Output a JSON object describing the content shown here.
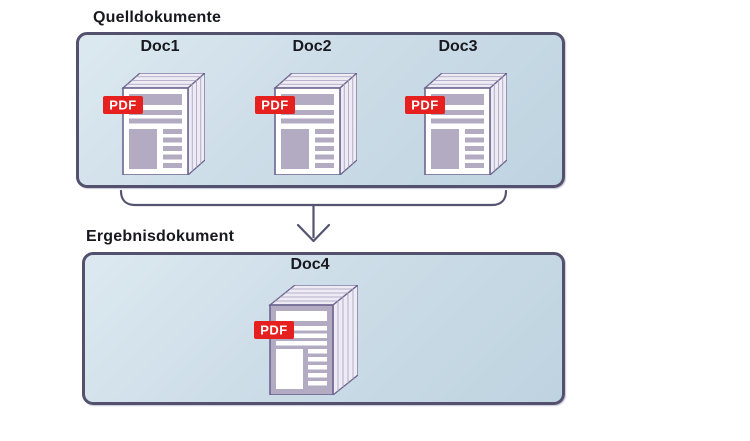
{
  "sections": {
    "source": {
      "label": "Quelldokumente",
      "documents": [
        {
          "label": "Doc1",
          "badge": "PDF"
        },
        {
          "label": "Doc2",
          "badge": "PDF"
        },
        {
          "label": "Doc3",
          "badge": "PDF"
        }
      ]
    },
    "result": {
      "label": "Ergebnisdokument",
      "documents": [
        {
          "label": "Doc4",
          "badge": "PDF"
        }
      ]
    }
  },
  "icons": {
    "document": "pdf-document-stack-icon",
    "arrow": "merge-arrow-icon"
  },
  "colors": {
    "panel_fill_start": "#dce9f0",
    "panel_fill_end": "#bed3e0",
    "panel_border": "#53516e",
    "arrow_stroke": "#555372",
    "pdf_badge_red": "#e5201f",
    "page_outline": "#6c6590",
    "content_gray": "#b2abc1",
    "page_white": "#ffffff",
    "stack_fill": "#edebf4",
    "label_text": "#18181f"
  }
}
